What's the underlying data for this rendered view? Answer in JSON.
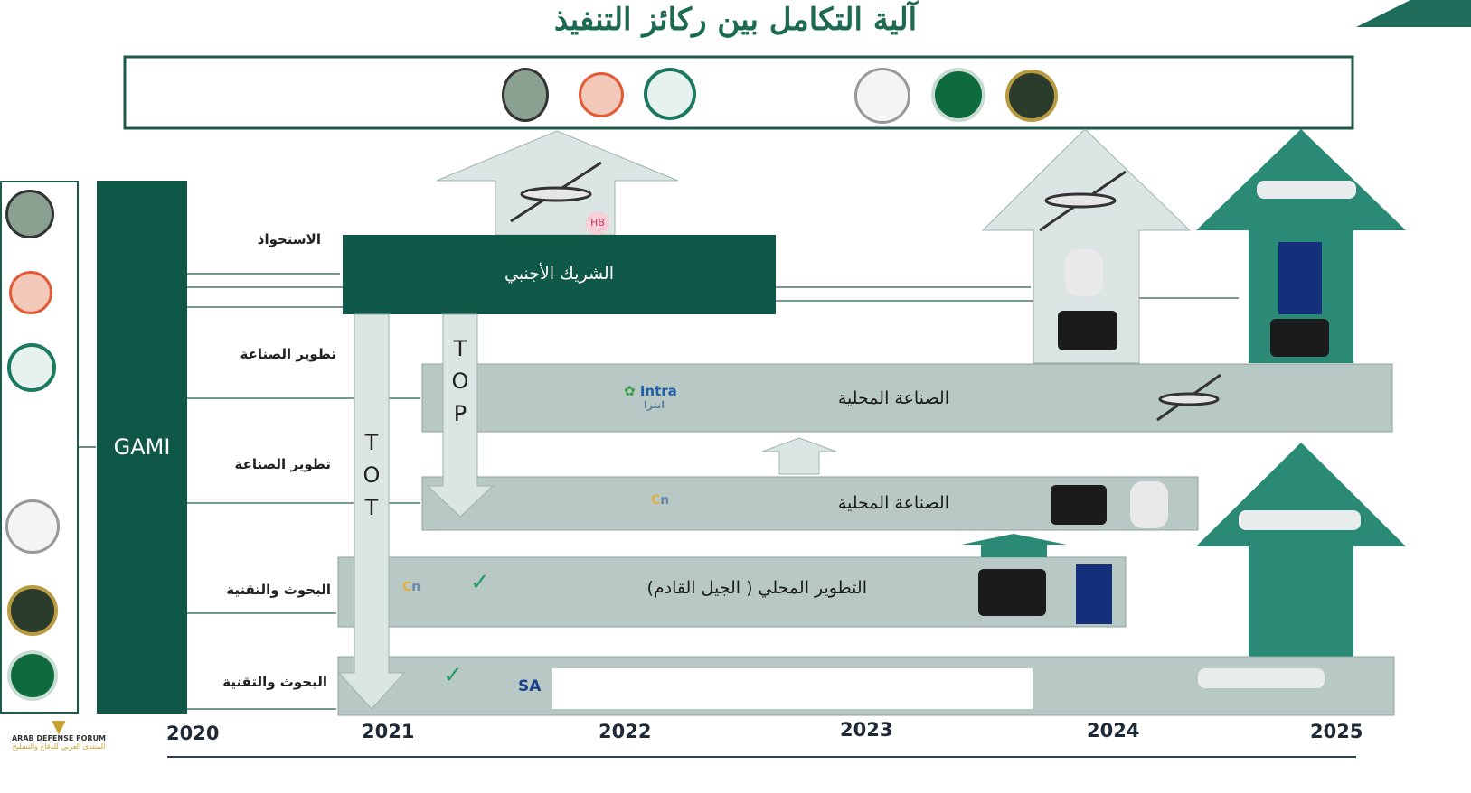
{
  "title": "آلية التكامل بين ركائز التنفيذ",
  "gami_label": "GAMI",
  "left_labels": [
    "الاستحواذ",
    "تطوير الصناعة",
    "تطوير الصناعة",
    "البحوث والتقنية",
    "البحوث والتقنية"
  ],
  "foreign_partner": "الشريك الأجنبي",
  "tot_letters": [
    "T",
    "O",
    "T"
  ],
  "top_letters": [
    "T",
    "O",
    "P"
  ],
  "bars": {
    "local_industry_1": "الصناعة المحلية",
    "local_industry_2": "الصناعة المحلية",
    "local_development": "التطوير المحلي ( الجيل القادم)"
  },
  "logos": {
    "intra": "Intra",
    "intra_ar": "انترا",
    "hb": "HB",
    "sa": "SA",
    "cn": "n"
  },
  "years": [
    "2020",
    "2021",
    "2022",
    "2023",
    "2024",
    "2025"
  ],
  "watermark": {
    "brand": "ARAB DEFENSE FORUM",
    "arabic": "المنتدى العربي للدفاع والتسليح"
  },
  "colors": {
    "dark_green": "#0f5747",
    "teal": "#2b8a76",
    "bar_gray": "#b8c8c5",
    "arrow_light": "#dbe6e4"
  }
}
